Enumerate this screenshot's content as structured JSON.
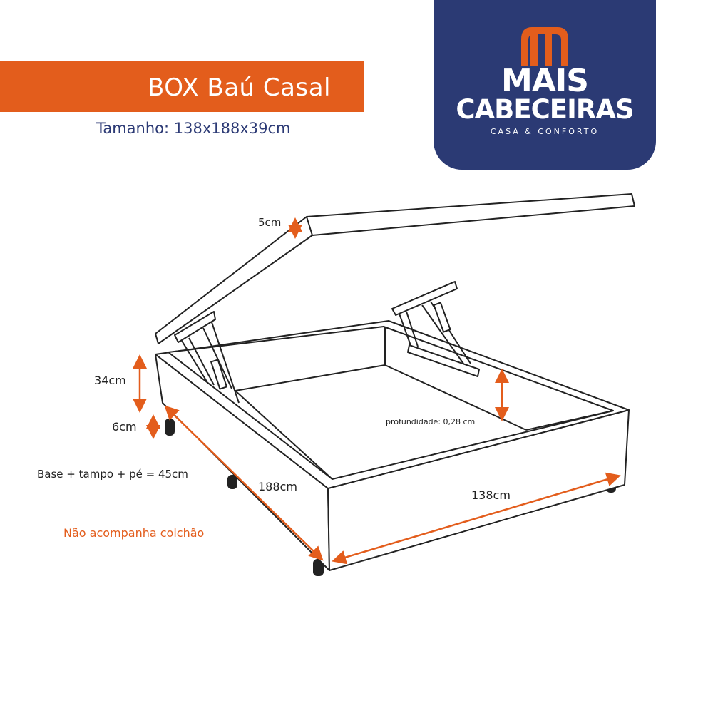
{
  "header": {
    "title": "BOX Baú Casal",
    "size": "Tamanho: 138x188x39cm"
  },
  "logo": {
    "line1": "MAIS",
    "line2": "CABECEIRAS",
    "tagline": "CASA & CONFORTO"
  },
  "dimensions": {
    "lid": "5cm",
    "base": "34cm",
    "feet": "6cm",
    "depth": "profundidade: 0,28 cm",
    "total": "Base + tampo + pé = 45cm",
    "length": "188cm",
    "width": "138cm"
  },
  "note": "Não acompanha colchão",
  "colors": {
    "accent": "#e35d1c",
    "brand": "#2b3a74"
  }
}
